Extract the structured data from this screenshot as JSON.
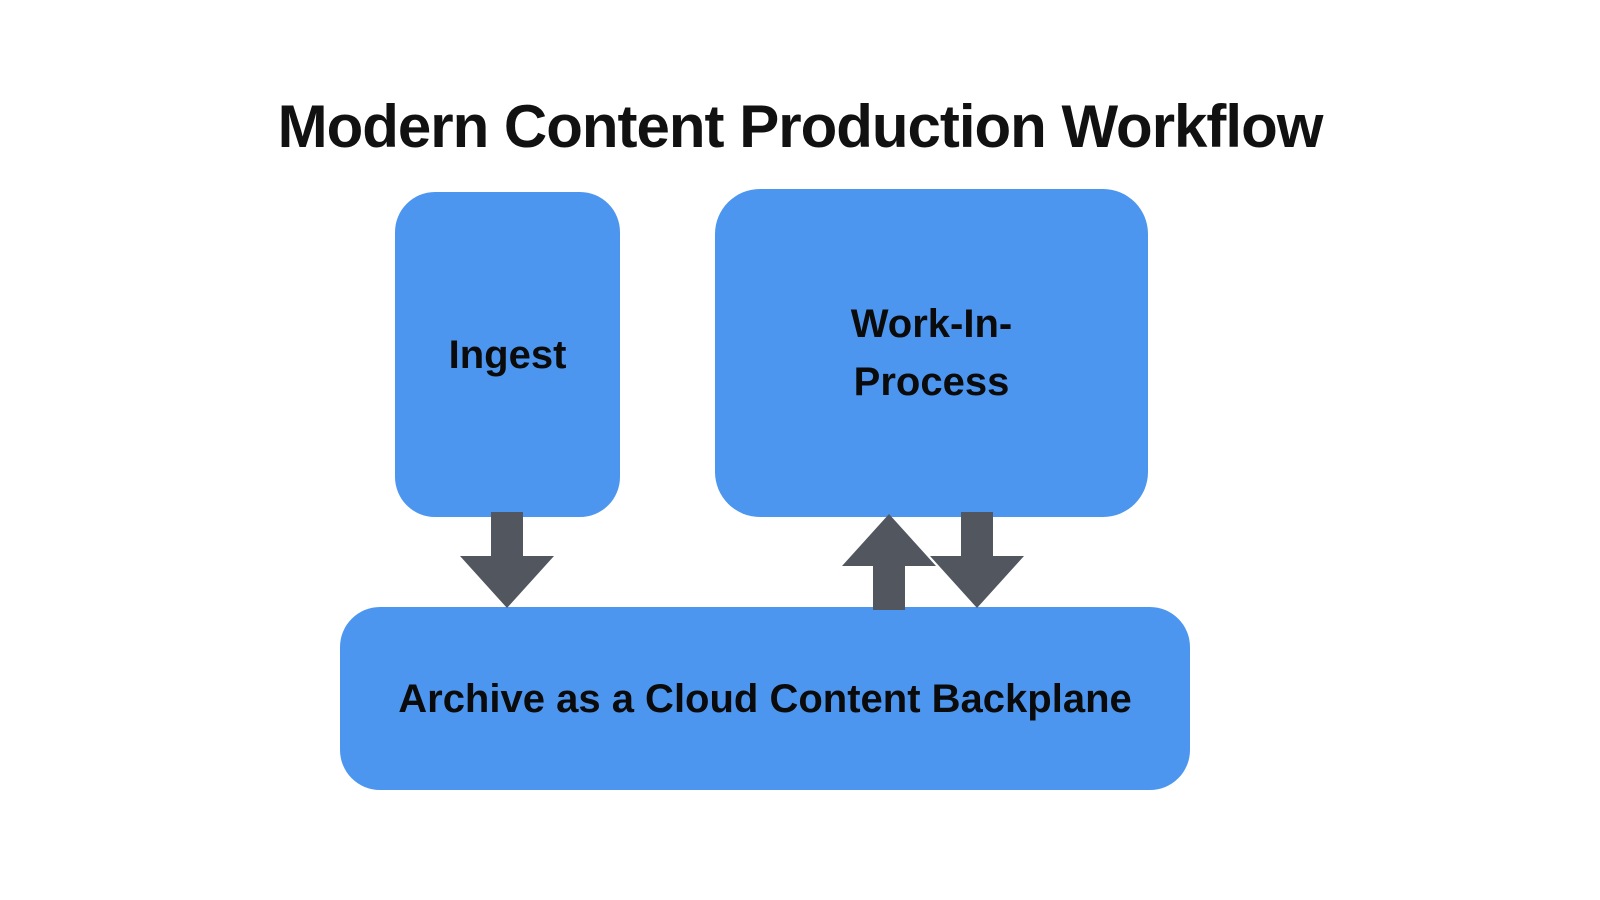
{
  "title": "Modern Content Production Workflow",
  "nodes": {
    "ingest": {
      "label": "Ingest"
    },
    "wip": {
      "label": "Work-In-\nProcess"
    },
    "archive": {
      "label": "Archive as a Cloud Content Backplane"
    }
  },
  "arrows": [
    {
      "name": "ingest-to-archive",
      "direction": "down"
    },
    {
      "name": "archive-to-wip",
      "direction": "up"
    },
    {
      "name": "wip-to-archive",
      "direction": "down"
    }
  ],
  "colors": {
    "background": "#FFFFFF",
    "node-fill": "#4D96F0",
    "arrow-fill": "#51565F",
    "title-text": "#111111",
    "node-text": "#0B0B0C"
  }
}
